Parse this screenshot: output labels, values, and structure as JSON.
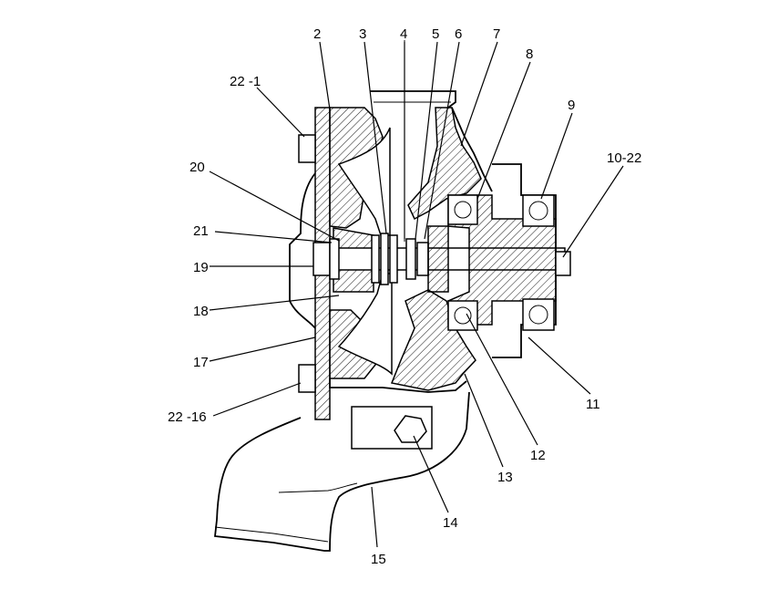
{
  "labels": {
    "l2": "2",
    "l3": "3",
    "l4": "4",
    "l5": "5",
    "l6": "6",
    "l7": "7",
    "l8": "8",
    "l9": "9",
    "l10_22": "10-22",
    "l11": "11",
    "l12": "12",
    "l13": "13",
    "l14": "14",
    "l15": "15",
    "l17": "17",
    "l18": "18",
    "l19": "19",
    "l20": "20",
    "l21": "21",
    "l22_1": "22 -1",
    "l22_16": "22 -16"
  }
}
